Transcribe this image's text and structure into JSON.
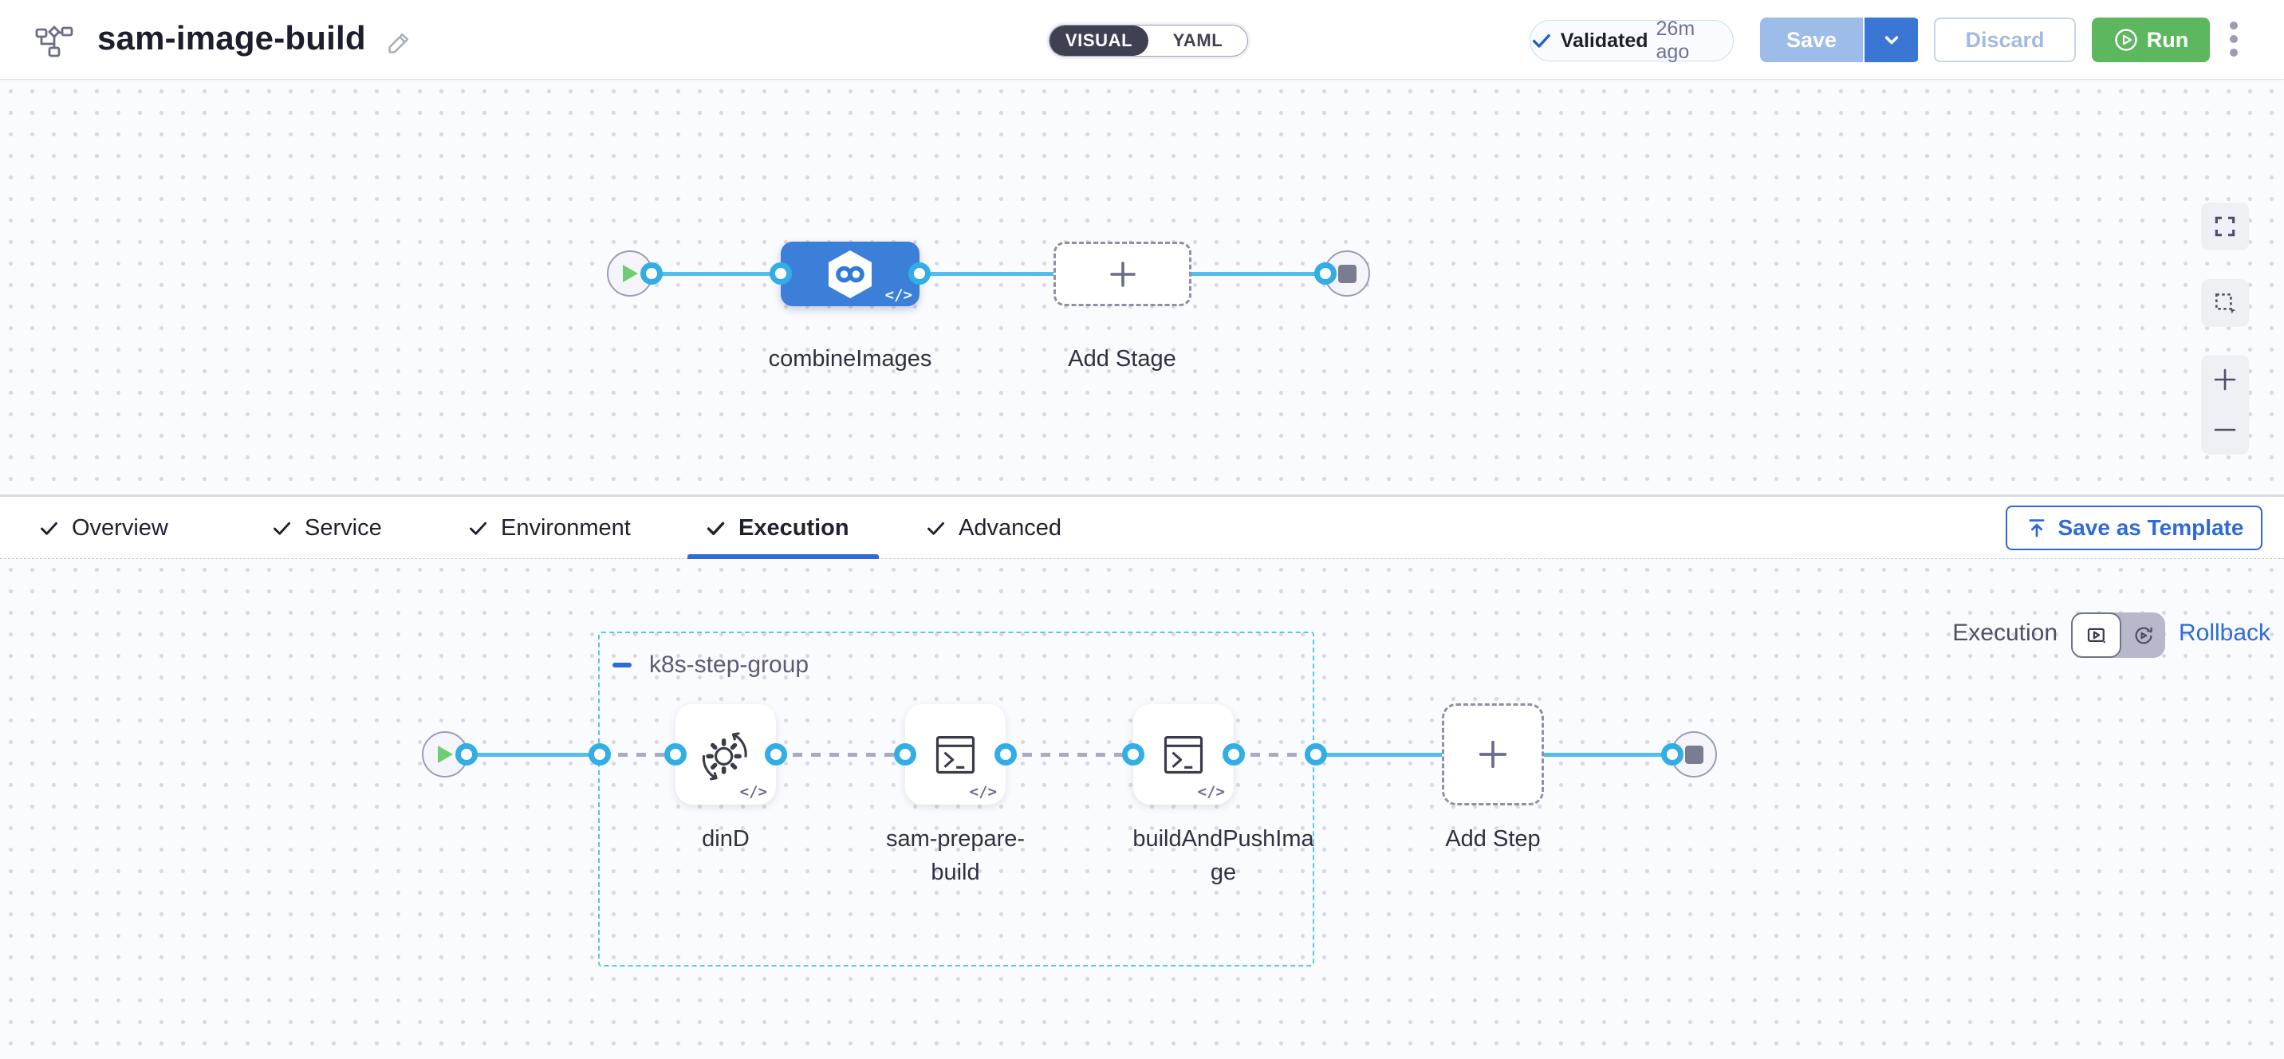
{
  "header": {
    "title": "sam-image-build",
    "mode_toggle": {
      "options": [
        "VISUAL",
        "YAML"
      ],
      "selected": "VISUAL"
    },
    "validated_label": "Validated",
    "validated_time": "26m ago",
    "save_label": "Save",
    "discard_label": "Discard",
    "run_label": "Run"
  },
  "pipeline_canvas": {
    "stage_name": "combineImages",
    "add_stage_label": "Add Stage",
    "code_badge": "</>"
  },
  "tabs": {
    "items": [
      {
        "label": "Overview",
        "checked": true
      },
      {
        "label": "Service",
        "checked": true
      },
      {
        "label": "Environment",
        "checked": true
      },
      {
        "label": "Execution",
        "checked": true,
        "active": true
      },
      {
        "label": "Advanced",
        "checked": true
      }
    ],
    "save_as_template_label": "Save as Template"
  },
  "execution_panel": {
    "view_label": "Execution",
    "rollback_label": "Rollback",
    "step_group": {
      "name": "k8s-step-group",
      "steps": [
        {
          "name": "dinD",
          "icon": "gear-sync-icon"
        },
        {
          "name": "sam-prepare-build",
          "icon": "terminal-icon"
        },
        {
          "name": "buildAndPushImage",
          "icon": "terminal-icon"
        }
      ]
    },
    "add_step_label": "Add Step"
  },
  "colors": {
    "primary_blue": "#2E6BD6",
    "node_blue": "#3B7FD9",
    "connector_blue": "#55BDEB",
    "connector_ring": "#33ADE6",
    "group_dash": "#56C7EF",
    "run_green": "#5CB75F",
    "toggle_dark": "#404053"
  }
}
